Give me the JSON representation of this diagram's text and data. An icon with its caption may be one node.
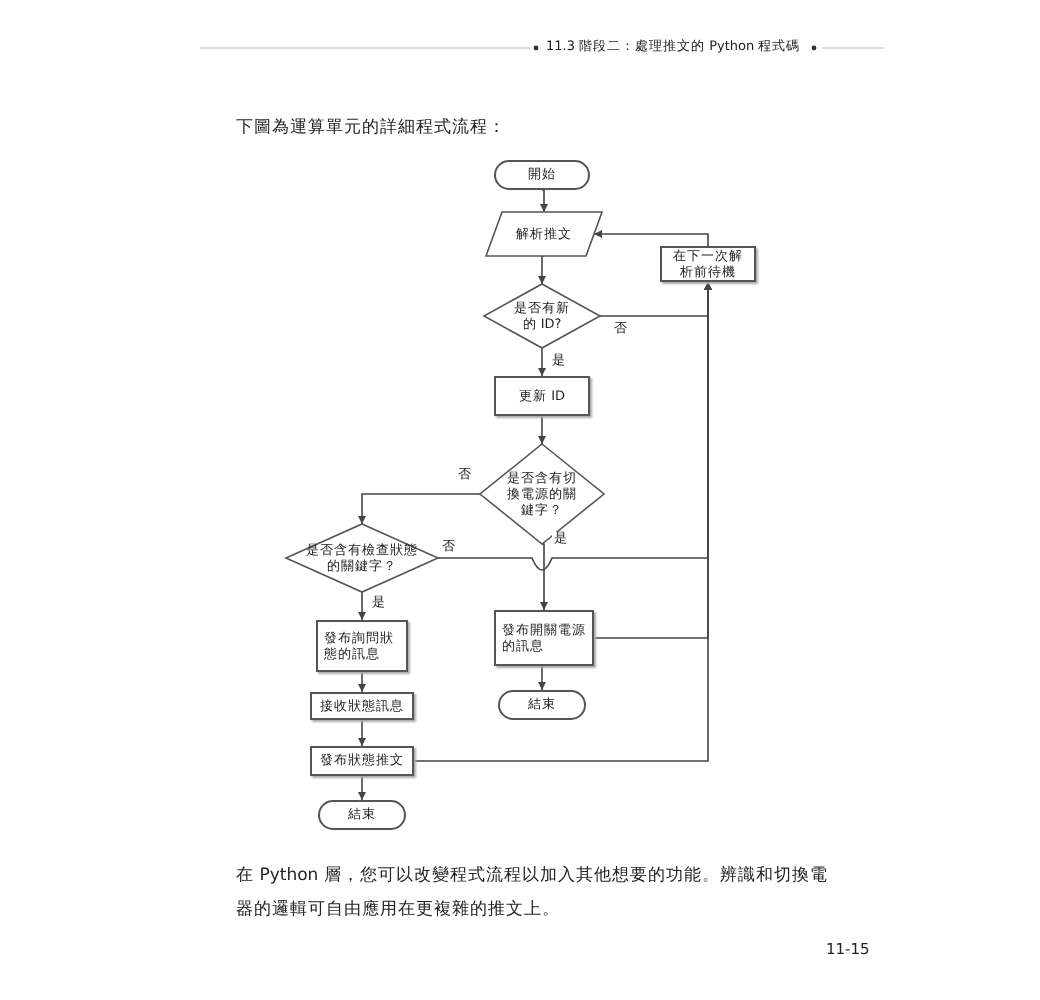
{
  "diagram": {
    "nodes": [
      {
        "text": [
          "開始"
        ]
      },
      {
        "text": [
          "解析推文"
        ]
      },
      {
        "text": [
          "在下一次解析前待機"
        ]
      },
      {
        "text": [
          "是否有新的 ID?"
        ]
      },
      {
        "text": [
          "更新 ID"
        ]
      },
      {
        "text": [
          "是否含有切換電源的關鍵字？"
        ]
      },
      {
        "text": [
          "是否含有檢查狀態的關鍵字？"
        ]
      },
      {
        "text": [
          "發布詢問狀態的訊息"
        ]
      },
      {
        "text": [
          "發布開關電源的訊息"
        ]
      },
      {
        "text": [
          "接收狀態訊息"
        ]
      },
      {
        "text": [
          "結束"
        ]
      },
      {
        "text": [
          "發布狀態推文"
        ]
      },
      {
        "text": [
          "結束"
        ]
      }
    ],
    "edges": [
      {
        "from": 0,
        "to": 1,
        "arrow": "to"
      },
      {
        "from": 1,
        "to": 3,
        "arrow": "to"
      },
      {
        "from": 3,
        "to": 4,
        "arrow": "to",
        "label": "是"
      },
      {
        "from": 3,
        "to": 2,
        "arrow": "to",
        "label": "否"
      },
      {
        "from": 4,
        "to": 5,
        "arrow": "to"
      },
      {
        "from": 5,
        "to": 6,
        "arrow": "to",
        "label": "否"
      },
      {
        "from": 5,
        "to": 8,
        "arrow": "to",
        "label": "是"
      },
      {
        "from": 6,
        "to": 2,
        "arrow": "to",
        "label": "否"
      },
      {
        "from": 2,
        "to": 1,
        "arrow": "to"
      },
      {
        "from": 6,
        "to": 7,
        "arrow": "to",
        "label": "是"
      },
      {
        "from": 7,
        "to": 9,
        "arrow": "to"
      },
      {
        "from": 9,
        "to": 11,
        "arrow": "to"
      },
      {
        "from": 11,
        "to": 12,
        "arrow": "to"
      },
      {
        "from": 8,
        "to": 10,
        "arrow": "to"
      },
      {
        "from": 8,
        "to": 2,
        "arrow": "to"
      },
      {
        "from": 11,
        "to": 2,
        "arrow": "to"
      }
    ],
    "labels": [
      "11.3 階段二：處理推文的 Python 程式碼",
      "下圖為運算單元的詳細程式流程：",
      "在 Python 層，您可以改變程式流程以加入其他想要的功能。辨識和切換電器的邏輯可自由應用在更複雜的推文上。",
      "11-15"
    ]
  }
}
